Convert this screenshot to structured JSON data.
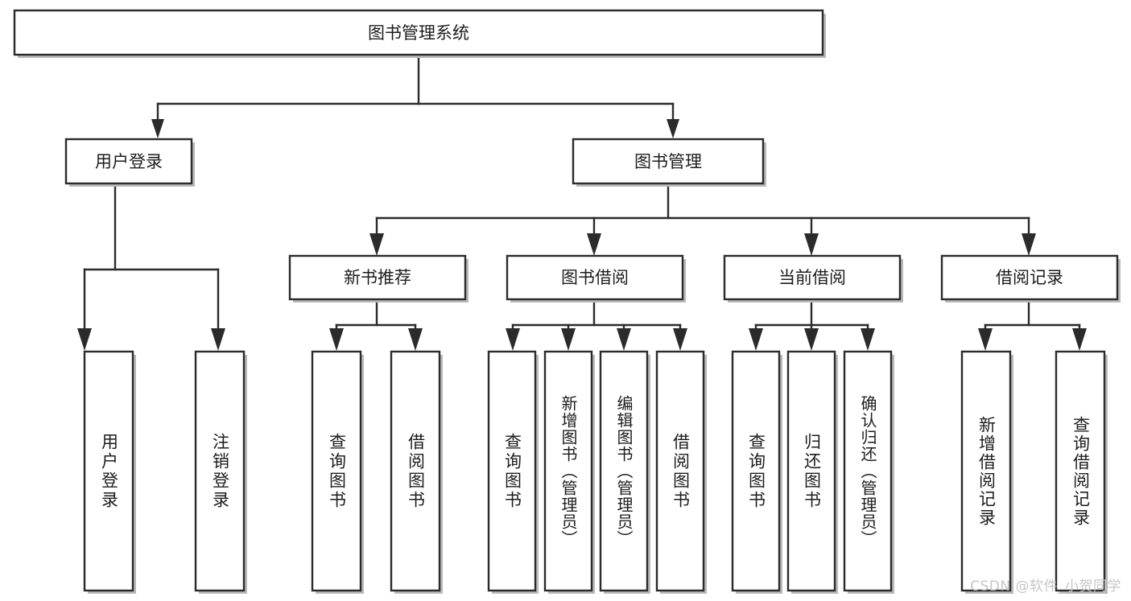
{
  "diagram": {
    "title": "图书管理系统",
    "watermark": "CSDN @软件_小贺同学",
    "colors": {
      "stroke": "#2b2b2b",
      "box_fill": "#ffffff",
      "text": "#1d1d1d",
      "shadow": "#b9b9b9",
      "watermark": "#c6c6c6",
      "background": "#ffffff"
    },
    "root": {
      "label": "图书管理系统"
    },
    "level2": [
      {
        "label": "用户登录"
      },
      {
        "label": "图书管理"
      }
    ],
    "level3": [
      {
        "label": "新书推荐"
      },
      {
        "label": "图书借阅"
      },
      {
        "label": "当前借阅"
      },
      {
        "label": "借阅记录"
      }
    ],
    "leaves": {
      "user_login": [
        {
          "label": "用户登录"
        },
        {
          "label": "注销登录"
        }
      ],
      "new_book": [
        {
          "label": "查询图书"
        },
        {
          "label": "借阅图书"
        }
      ],
      "book_borrow": [
        {
          "label": "查询图书"
        },
        {
          "label": "新增图书（管理员）"
        },
        {
          "label": "编辑图书（管理员）"
        },
        {
          "label": "借阅图书"
        }
      ],
      "current_borrow": [
        {
          "label": "查询图书"
        },
        {
          "label": "归还图书"
        },
        {
          "label": "确认归还（管理员）"
        }
      ],
      "borrow_record": [
        {
          "label": "新增借阅记录"
        },
        {
          "label": "查询借阅记录"
        }
      ]
    }
  }
}
